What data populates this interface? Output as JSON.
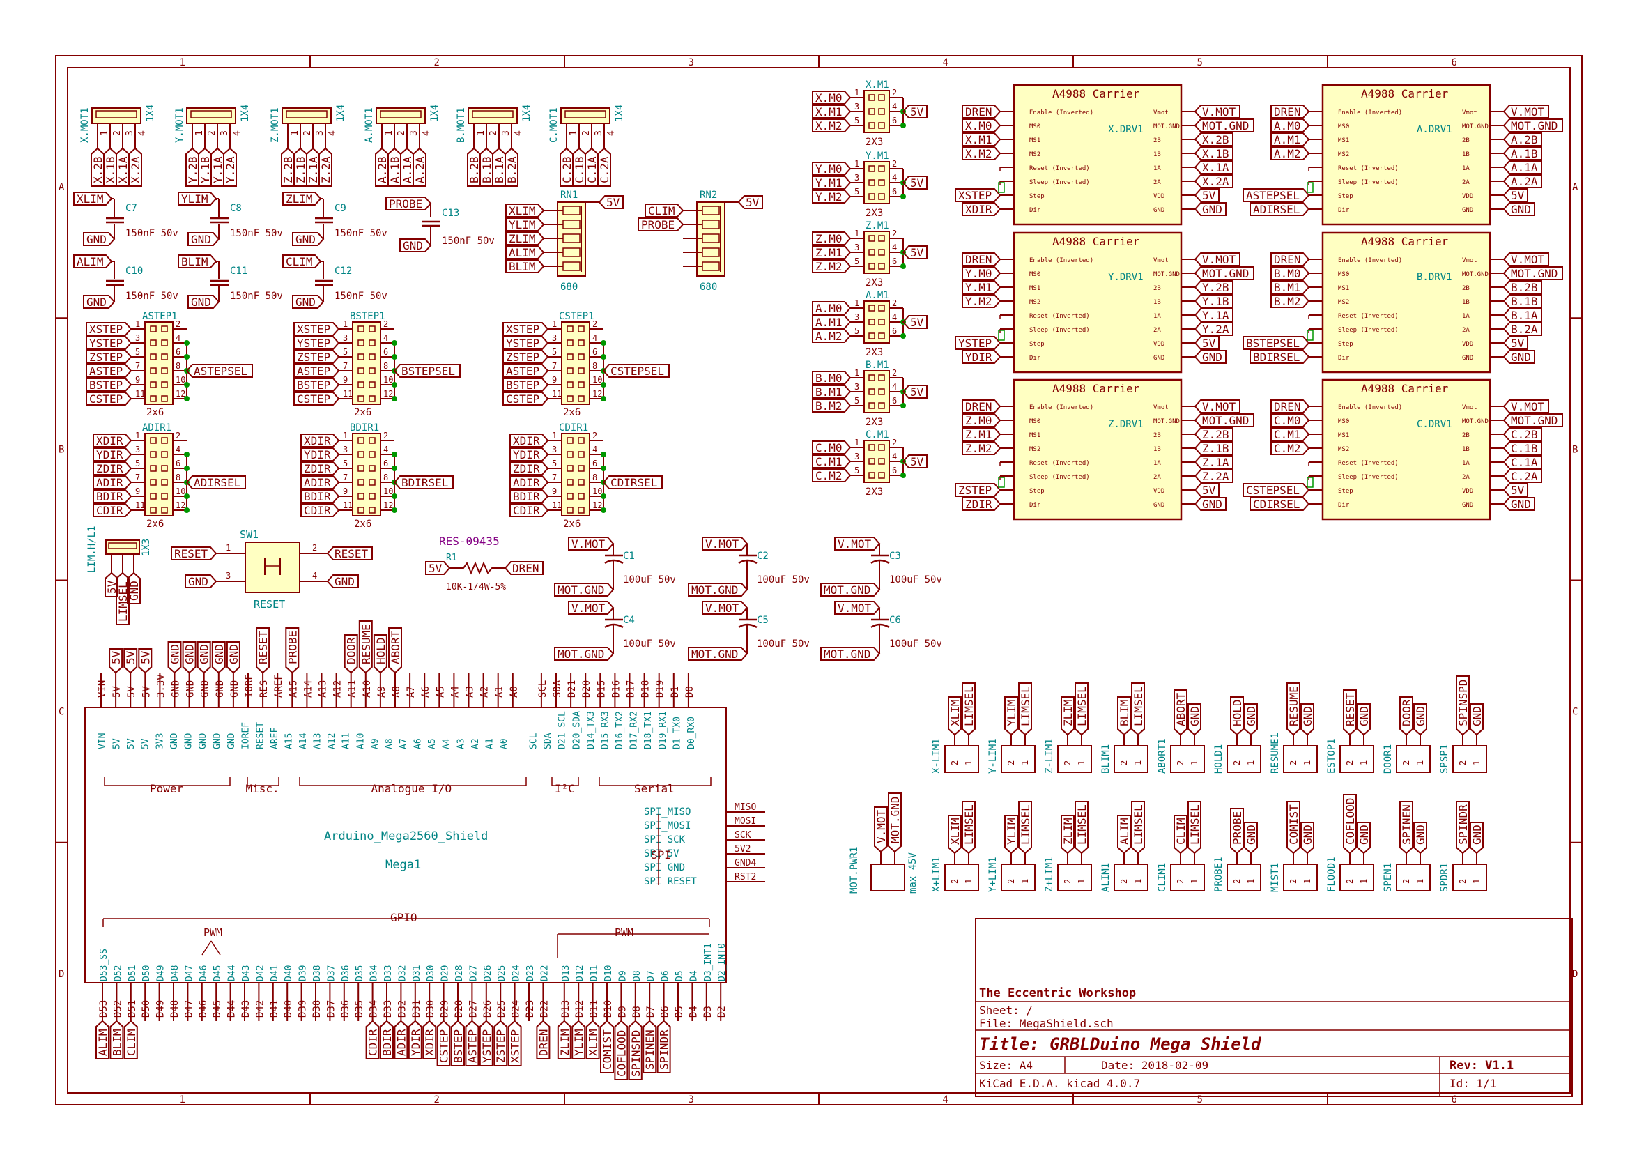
{
  "colors": {
    "wire": "#840000",
    "label": "#008484",
    "fill": "#ffffc2",
    "pin": "#840000",
    "junction": "#009600",
    "purple": "#840084"
  },
  "frame": {
    "cols": [
      "1",
      "2",
      "3",
      "4",
      "5",
      "6"
    ],
    "rows": [
      "A",
      "B",
      "C",
      "D"
    ]
  },
  "motor_connectors": [
    {
      "ref": "X.MOT1",
      "type": "1X4",
      "pins": [
        "X.2B",
        "X.1B",
        "X.1A",
        "X.2A"
      ]
    },
    {
      "ref": "Y.MOT1",
      "type": "1X4",
      "pins": [
        "Y.2B",
        "Y.1B",
        "Y.1A",
        "Y.2A"
      ]
    },
    {
      "ref": "Z.MOT1",
      "type": "1X4",
      "pins": [
        "Z.2B",
        "Z.1B",
        "Z.1A",
        "Z.2A"
      ]
    },
    {
      "ref": "A.MOT1",
      "type": "1X4",
      "pins": [
        "A.2B",
        "A.1B",
        "A.1A",
        "A.2A"
      ]
    },
    {
      "ref": "B.MOT1",
      "type": "1X4",
      "pins": [
        "B.2B",
        "B.1B",
        "B.1A",
        "B.2A"
      ]
    },
    {
      "ref": "C.MOT1",
      "type": "1X4",
      "pins": [
        "C.2B",
        "C.1B",
        "C.1A",
        "C.2A"
      ]
    }
  ],
  "lim_caps": [
    {
      "net": "XLIM",
      "ref": "C7",
      "value": "150nF 50v"
    },
    {
      "net": "YLIM",
      "ref": "C8",
      "value": "150nF 50v"
    },
    {
      "net": "ZLIM",
      "ref": "C9",
      "value": "150nF 50v"
    },
    {
      "net": "ALIM",
      "ref": "C10",
      "value": "150nF 50v"
    },
    {
      "net": "BLIM",
      "ref": "C11",
      "value": "150nF 50v"
    },
    {
      "net": "CLIM",
      "ref": "C12",
      "value": "150nF 50v"
    }
  ],
  "gnd": "GND",
  "v5": "5V",
  "probe_cap": {
    "net": "PROBE",
    "ref": "C13",
    "value": "150nF 50v"
  },
  "rn1": {
    "ref": "RN1",
    "value": "680",
    "nets": [
      "XLIM",
      "YLIM",
      "ZLIM",
      "ALIM",
      "BLIM"
    ]
  },
  "rn2": {
    "ref": "RN2",
    "value": "680",
    "nets": [
      "CLIM",
      "PROBE"
    ]
  },
  "step_headers": [
    {
      "ref": "ASTEP1",
      "sel": "ASTEPSEL",
      "type": "2x6",
      "nets": [
        "XSTEP",
        "YSTEP",
        "ZSTEP",
        "ASTEP",
        "BSTEP",
        "CSTEP"
      ]
    },
    {
      "ref": "BSTEP1",
      "sel": "BSTEPSEL",
      "type": "2x6",
      "nets": [
        "XSTEP",
        "YSTEP",
        "ZSTEP",
        "ASTEP",
        "BSTEP",
        "CSTEP"
      ]
    },
    {
      "ref": "CSTEP1",
      "sel": "CSTEPSEL",
      "type": "2x6",
      "nets": [
        "XSTEP",
        "YSTEP",
        "ZSTEP",
        "ASTEP",
        "BSTEP",
        "CSTEP"
      ]
    }
  ],
  "dir_headers": [
    {
      "ref": "ADIR1",
      "sel": "ADIRSEL",
      "type": "2x6",
      "nets": [
        "XDIR",
        "YDIR",
        "ZDIR",
        "ADIR",
        "BDIR",
        "CDIR"
      ]
    },
    {
      "ref": "BDIR1",
      "sel": "BDIRSEL",
      "type": "2x6",
      "nets": [
        "XDIR",
        "YDIR",
        "ZDIR",
        "ADIR",
        "BDIR",
        "CDIR"
      ]
    },
    {
      "ref": "CDIR1",
      "sel": "CDIRSEL",
      "type": "2x6",
      "nets": [
        "XDIR",
        "YDIR",
        "ZDIR",
        "ADIR",
        "BDIR",
        "CDIR"
      ]
    }
  ],
  "limh": {
    "ref": "LIM.H/L1",
    "type": "1X3",
    "pins": [
      "5V",
      "LIMSEL",
      "GND"
    ]
  },
  "sw1": {
    "ref": "SW1",
    "value": "RESET",
    "net_reset": "RESET",
    "net_gnd": "GND"
  },
  "r1": {
    "part": "RES-09435",
    "ref": "R1",
    "value": "10K-1/4W-5%",
    "net_a": "5V",
    "net_b": "DREN"
  },
  "bulk_caps": [
    {
      "ref": "C1",
      "value": "100uF 50v"
    },
    {
      "ref": "C2",
      "value": "100uF 50v"
    },
    {
      "ref": "C3",
      "value": "100uF 50v"
    },
    {
      "ref": "C4",
      "value": "100uF 50v"
    },
    {
      "ref": "C5",
      "value": "100uF 50v"
    },
    {
      "ref": "C6",
      "value": "100uF 50v"
    }
  ],
  "vmot": "V.MOT",
  "motgnd": "MOT.GND",
  "microstep_headers": [
    {
      "ref": "X.M1",
      "type": "2X3",
      "nets": [
        "X.M0",
        "X.M1",
        "X.M2"
      ]
    },
    {
      "ref": "Y.M1",
      "type": "2X3",
      "nets": [
        "Y.M0",
        "Y.M1",
        "Y.M2"
      ]
    },
    {
      "ref": "Z.M1",
      "type": "2X3",
      "nets": [
        "Z.M0",
        "Z.M1",
        "Z.M2"
      ]
    },
    {
      "ref": "A.M1",
      "type": "2X3",
      "nets": [
        "A.M0",
        "A.M1",
        "A.M2"
      ]
    },
    {
      "ref": "B.M1",
      "type": "2X3",
      "nets": [
        "B.M0",
        "B.M1",
        "B.M2"
      ]
    },
    {
      "ref": "C.M1",
      "type": "2X3",
      "nets": [
        "C.M0",
        "C.M1",
        "C.M2"
      ]
    }
  ],
  "drivers": [
    {
      "ref": "X.DRV1",
      "ax": "X",
      "step": "XSTEP",
      "dir": "XDIR"
    },
    {
      "ref": "A.DRV1",
      "ax": "A",
      "step": "ASTEPSEL",
      "dir": "ADIRSEL"
    },
    {
      "ref": "Y.DRV1",
      "ax": "Y",
      "step": "YSTEP",
      "dir": "YDIR"
    },
    {
      "ref": "B.DRV1",
      "ax": "B",
      "step": "BSTEPSEL",
      "dir": "BDIRSEL"
    },
    {
      "ref": "Z.DRV1",
      "ax": "Z",
      "step": "ZSTEP",
      "dir": "ZDIR"
    },
    {
      "ref": "C.DRV1",
      "ax": "C",
      "step": "CSTEPSEL",
      "dir": "CDIRSEL"
    }
  ],
  "driver_title": "A4988 Carrier",
  "driver_left_pins": [
    "Enable (Inverted)",
    "MS0",
    "MS1",
    "MS2",
    "Reset (Inverted)",
    "Sleep (Inverted)",
    "Step",
    "Dir"
  ],
  "driver_right_pins": [
    "Vmot",
    "MOT.GND",
    "2B",
    "1B",
    "1A",
    "2A",
    "VDD",
    "GND"
  ],
  "dren": "DREN",
  "mega": {
    "ref": "Mega1",
    "value": "Arduino_Mega2560_Shield",
    "top_pins": [
      "VIN",
      "5V",
      "5V",
      "5V",
      "3.3V",
      "GND",
      "GND",
      "GND",
      "GND",
      "GND",
      "IORF",
      "RES",
      "AREF",
      "A15",
      "A14",
      "A13",
      "A12",
      "A11",
      "A10",
      "A9",
      "A8",
      "A7",
      "A6",
      "A5",
      "A4",
      "A3",
      "A2",
      "A1",
      "A0",
      "SCL",
      "SDA",
      "D21",
      "D20",
      "D15",
      "D16",
      "D17",
      "D18",
      "D19",
      "D1",
      "D0"
    ],
    "top_inner": [
      "VIN",
      "5V",
      "5V",
      "5V",
      "3V3",
      "GND",
      "GND",
      "GND",
      "GND",
      "GND",
      "IOREF",
      "RESET",
      "AREF",
      "A15",
      "A14",
      "A13",
      "A12",
      "A11",
      "A10",
      "A9",
      "A8",
      "A7",
      "A6",
      "A5",
      "A4",
      "A3",
      "A2",
      "A1",
      "A0",
      "SCL",
      "SDA",
      "D21_SCL",
      "D20_SDA",
      "D14_TX3",
      "D15_RX3",
      "D16_TX2",
      "D17_RX2",
      "D18_TX1",
      "D19_RX1",
      "D1_TX0",
      "D0_RX0"
    ],
    "groups": [
      "Power",
      "Misc.",
      "Analogue I/O",
      "I²C",
      "Serial"
    ],
    "spi_group": "SPI",
    "spi_pins": [
      [
        "SPI_MISO",
        "MISO"
      ],
      [
        "SPI_MOSI",
        "MOSI"
      ],
      [
        "SPI_SCK",
        "SCK"
      ],
      [
        "SPI_5V",
        "5V2"
      ],
      [
        "SPI_GND",
        "GND4"
      ],
      [
        "SPI_RESET",
        "RST2"
      ]
    ],
    "gpio": "GPIO",
    "pwm": "PWM",
    "bottom_inner": [
      "D53_SS",
      "D52",
      "D51",
      "D50",
      "D49",
      "D48",
      "D47",
      "D46",
      "D45",
      "D44",
      "D43",
      "D42",
      "D41",
      "D40",
      "D39",
      "D38",
      "D37",
      "D36",
      "D35",
      "D34",
      "D33",
      "D32",
      "D31",
      "D30",
      "D29",
      "D28",
      "D27",
      "D26",
      "D25",
      "D24",
      "D23",
      "D22",
      "D13",
      "D12",
      "D11",
      "D10",
      "D9",
      "D8",
      "D7",
      "D6",
      "D5",
      "D4",
      "D3_INT1",
      "D2_INT0"
    ],
    "bottom_pins": [
      "D53",
      "D52",
      "D51",
      "D50",
      "D49",
      "D48",
      "D47",
      "D46",
      "D45",
      "D44",
      "D43",
      "D42",
      "D41",
      "D40",
      "D39",
      "D38",
      "D37",
      "D36",
      "D35",
      "D34",
      "D33",
      "D32",
      "D31",
      "D30",
      "D29",
      "D28",
      "D27",
      "D26",
      "D25",
      "D24",
      "D23",
      "D22",
      "D13",
      "D12",
      "D11",
      "D10",
      "D9",
      "D8",
      "D7",
      "D6",
      "D5",
      "D4",
      "D3",
      "D2"
    ],
    "top_nets": {
      "1": "5V",
      "2": "5V",
      "3": "5V",
      "5": "GND",
      "6": "GND",
      "7": "GND",
      "8": "GND",
      "9": "GND",
      "11": "RESET",
      "13": "PROBE",
      "17": "DOOR",
      "18": "RESUME",
      "19": "HOLD",
      "20": "ABORT"
    },
    "bottom_nets": {
      "0": "ALIM",
      "1": "BLIM",
      "2": "CLIM",
      "19": "CDIR",
      "20": "BDIR",
      "21": "ADIR",
      "22": "YDIR",
      "23": "XDIR",
      "24": "CSTEP",
      "25": "BSTEP",
      "26": "ASTEP",
      "27": "YSTEP",
      "28": "ZSTEP",
      "29": "XSTEP",
      "31": "DREN",
      "32": "ZLIM",
      "33": "YLIM",
      "34": "XLIM",
      "35": "COMIST",
      "36": "COFLOOD",
      "37": "SPINSPD",
      "38": "SPINEN",
      "39": "SPINDR"
    }
  },
  "top_conn_row": [
    {
      "ref": "X-LIM1",
      "a": "XLIM",
      "b": "LIMSEL"
    },
    {
      "ref": "Y-LIM1",
      "a": "YLIM",
      "b": "LIMSEL"
    },
    {
      "ref": "Z-LIM1",
      "a": "ZLIM",
      "b": "LIMSEL"
    },
    {
      "ref": "BLIM1",
      "a": "BLIM",
      "b": "LIMSEL"
    },
    {
      "ref": "ABORT1",
      "a": "ABORT",
      "b": "GND"
    },
    {
      "ref": "HOLD1",
      "a": "HOLD",
      "b": "GND"
    },
    {
      "ref": "RESUME1",
      "a": "RESUME",
      "b": "GND"
    },
    {
      "ref": "ESTOP1",
      "a": "RESET",
      "b": "GND"
    },
    {
      "ref": "DOOR1",
      "a": "DOOR",
      "b": "GND"
    },
    {
      "ref": "SPSP1",
      "a": "SPINSPD",
      "b": "GND"
    }
  ],
  "bottom_conn_row": [
    {
      "ref": "X+LIM1",
      "a": "XLIM",
      "b": "LIMSEL"
    },
    {
      "ref": "Y+LIM1",
      "a": "YLIM",
      "b": "LIMSEL"
    },
    {
      "ref": "Z+LIM1",
      "a": "ZLIM",
      "b": "LIMSEL"
    },
    {
      "ref": "ALIM1",
      "a": "ALIM",
      "b": "LIMSEL"
    },
    {
      "ref": "CLIM1",
      "a": "CLIM",
      "b": "LIMSEL"
    },
    {
      "ref": "PROBE1",
      "a": "PROBE",
      "b": "GND"
    },
    {
      "ref": "MIST1",
      "a": "COMIST",
      "b": "GND"
    },
    {
      "ref": "FLOOD1",
      "a": "COFLOOD",
      "b": "GND"
    },
    {
      "ref": "SPEN1",
      "a": "SPINEN",
      "b": "GND"
    },
    {
      "ref": "SPDR1",
      "a": "SPINDR",
      "b": "GND"
    }
  ],
  "motpwr": {
    "ref": "MOT.PWR1",
    "note": "max 45V",
    "a": "V.MOT",
    "b": "MOT.GND"
  },
  "title_block": {
    "company": "The Eccentric Workshop",
    "sheet": "Sheet: /",
    "file": "File: MegaShield.sch",
    "title": "Title: GRBLDuino Mega Shield",
    "size": "Size: A4",
    "date": "Date: 2018-02-09",
    "rev": "Rev: V1.1",
    "tool": "KiCad E.D.A.  kicad 4.0.7",
    "id": "Id: 1/1"
  }
}
